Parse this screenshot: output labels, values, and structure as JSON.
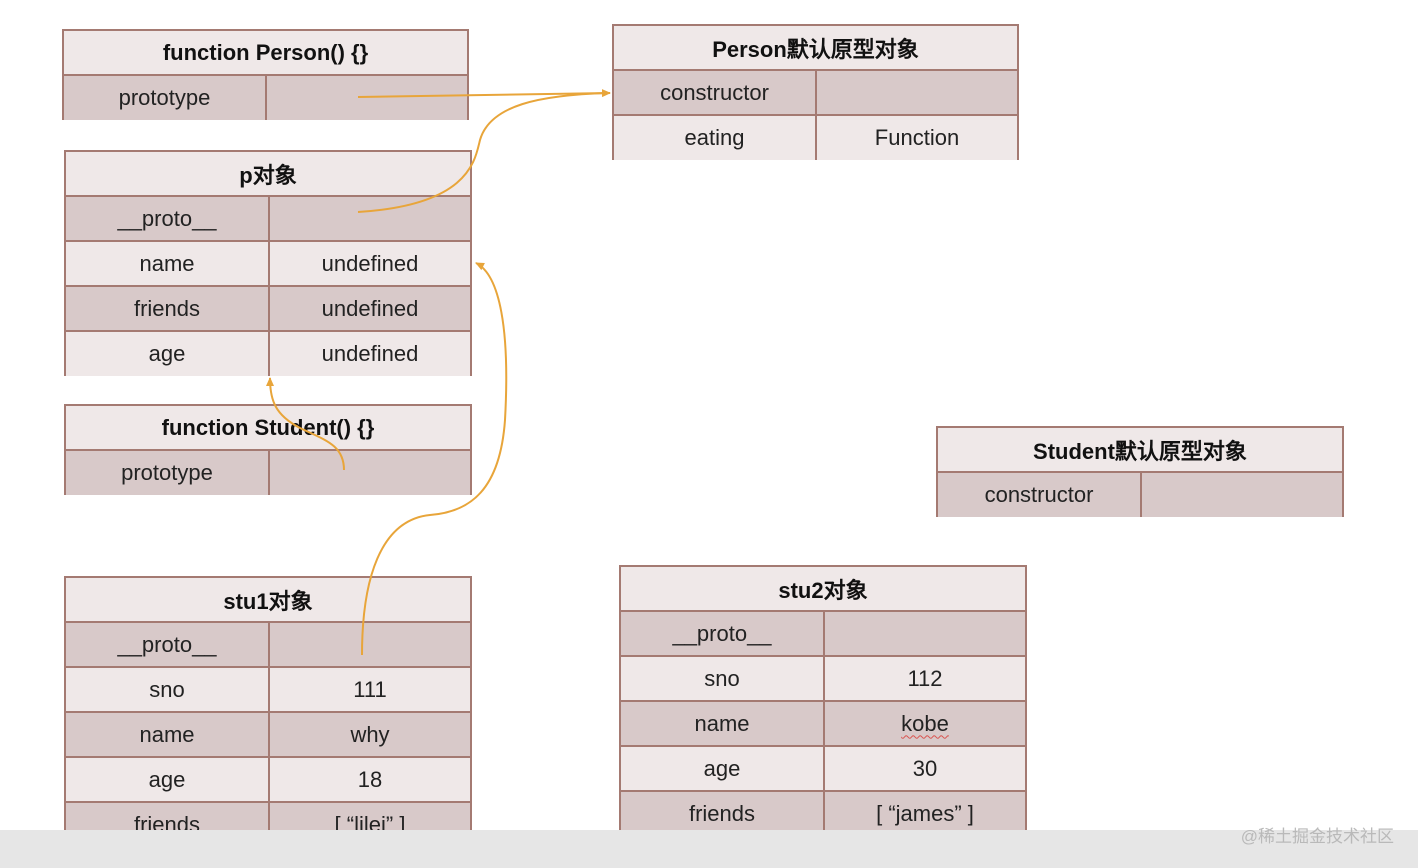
{
  "tables": {
    "person_fn": {
      "title": "function Person() {}",
      "rows": [
        {
          "key": "prototype",
          "value": ""
        }
      ]
    },
    "person_proto": {
      "title": "Person默认原型对象",
      "rows": [
        {
          "key": "constructor",
          "value": ""
        },
        {
          "key": "eating",
          "value": "Function"
        }
      ]
    },
    "p_obj": {
      "title": "p对象",
      "rows": [
        {
          "key": "__proto__",
          "value": ""
        },
        {
          "key": "name",
          "value": "undefined"
        },
        {
          "key": "friends",
          "value": "undefined"
        },
        {
          "key": "age",
          "value": "undefined"
        }
      ]
    },
    "student_fn": {
      "title": "function Student() {}",
      "rows": [
        {
          "key": "prototype",
          "value": ""
        }
      ]
    },
    "student_proto": {
      "title": "Student默认原型对象",
      "rows": [
        {
          "key": "constructor",
          "value": ""
        }
      ]
    },
    "stu1": {
      "title": "stu1对象",
      "rows": [
        {
          "key": "__proto__",
          "value": ""
        },
        {
          "key": "sno",
          "value": "111"
        },
        {
          "key": "name",
          "value": "why"
        },
        {
          "key": "age",
          "value": "18"
        },
        {
          "key": "friends",
          "value": "[ “lilei” ]"
        }
      ]
    },
    "stu2": {
      "title": "stu2对象",
      "rows": [
        {
          "key": "__proto__",
          "value": ""
        },
        {
          "key": "sno",
          "value": "112"
        },
        {
          "key": "name",
          "value": "kobe"
        },
        {
          "key": "age",
          "value": "30"
        },
        {
          "key": "friends",
          "value": "[ “james” ]"
        }
      ]
    }
  },
  "watermark": "@稀土掘金技术社区",
  "colors": {
    "border": "#a47a72",
    "row_dark": "#d8c9c9",
    "row_light": "#efe8e8",
    "arrow": "#e8a53a"
  }
}
